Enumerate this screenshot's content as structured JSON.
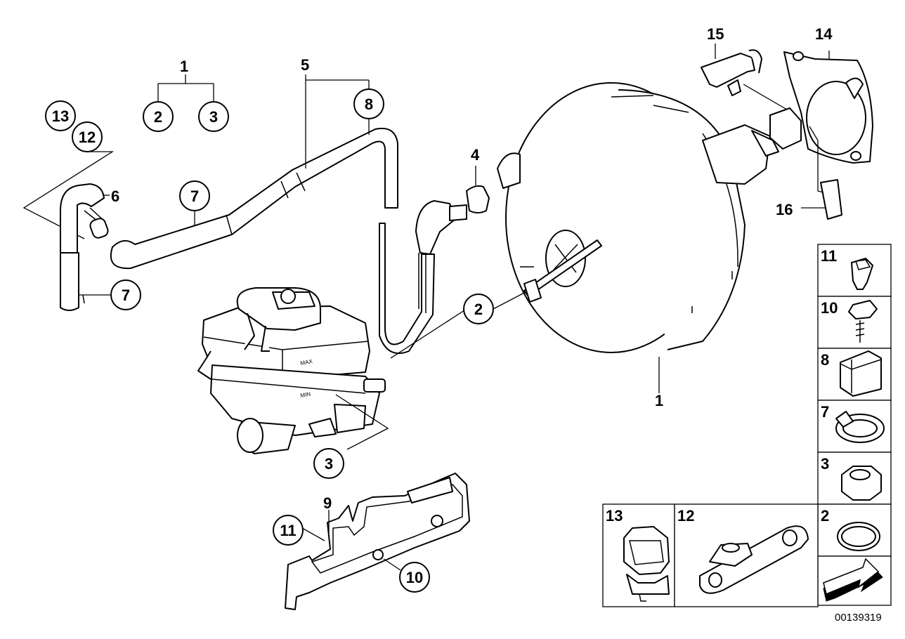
{
  "diagram_id": "00139319",
  "reservoir_labels": {
    "max": "MAX",
    "min": "MIN"
  },
  "callouts": {
    "c1_top": "1",
    "c2_top": "2",
    "c3_top": "3",
    "c5_top": "5",
    "c8": "8",
    "c4": "4",
    "c13": "13",
    "c12": "12",
    "c6": "6",
    "c7_hose": "7",
    "c7_bottom": "7",
    "c2_mid": "2",
    "c1_booster": "1",
    "c15": "15",
    "c14": "14",
    "c16": "16",
    "c3_bottom": "3",
    "c9": "9",
    "c11": "11",
    "c10": "10"
  },
  "legend_panels": {
    "p11": "11",
    "p10": "10",
    "p8": "8",
    "p7": "7",
    "p3": "3",
    "p2": "2",
    "p13": "13",
    "p12": "12"
  }
}
